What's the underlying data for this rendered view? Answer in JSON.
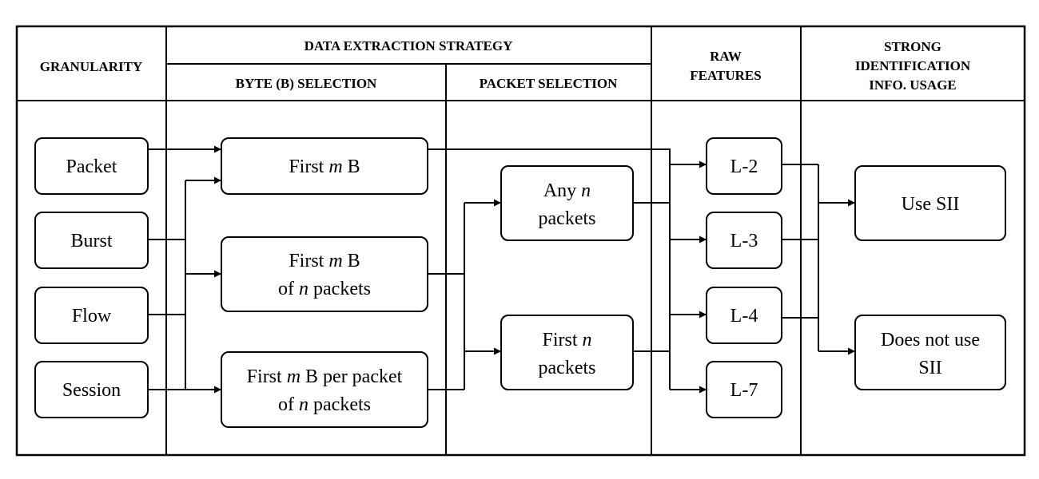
{
  "headers": {
    "granularity": "GRANULARITY",
    "data_extraction": "DATA EXTRACTION STRATEGY",
    "byte_selection": "BYTE (B) SELECTION",
    "packet_selection": "PACKET SELECTION",
    "raw_features_1": "RAW",
    "raw_features_2": "FEATURES",
    "sii_1": "STRONG",
    "sii_2": "IDENTIFICATION",
    "sii_3": "INFO. USAGE"
  },
  "granularity": {
    "packet": "Packet",
    "burst": "Burst",
    "flow": "Flow",
    "session": "Session"
  },
  "byte_selection": {
    "b1": {
      "pre": "First ",
      "var": "m",
      "post": " B"
    },
    "b2": {
      "l1_pre": "First ",
      "l1_var": "m",
      "l1_post": " B",
      "l2_pre": "of ",
      "l2_var": "n",
      "l2_post": " packets"
    },
    "b3": {
      "l1_pre": "First ",
      "l1_var": "m",
      "l1_post": " B per packet",
      "l2_pre": "of ",
      "l2_var": "n",
      "l2_post": " packets"
    }
  },
  "packet_selection": {
    "p1": {
      "l1_pre": "Any ",
      "l1_var": "n",
      "l2": "packets"
    },
    "p2": {
      "l1_pre": "First ",
      "l1_var": "n",
      "l2": "packets"
    }
  },
  "raw_features": {
    "l2": "L-2",
    "l3": "L-3",
    "l4": "L-4",
    "l7": "L-7"
  },
  "sii": {
    "use": "Use SII",
    "not_use_1": "Does not use",
    "not_use_2": "SII"
  }
}
